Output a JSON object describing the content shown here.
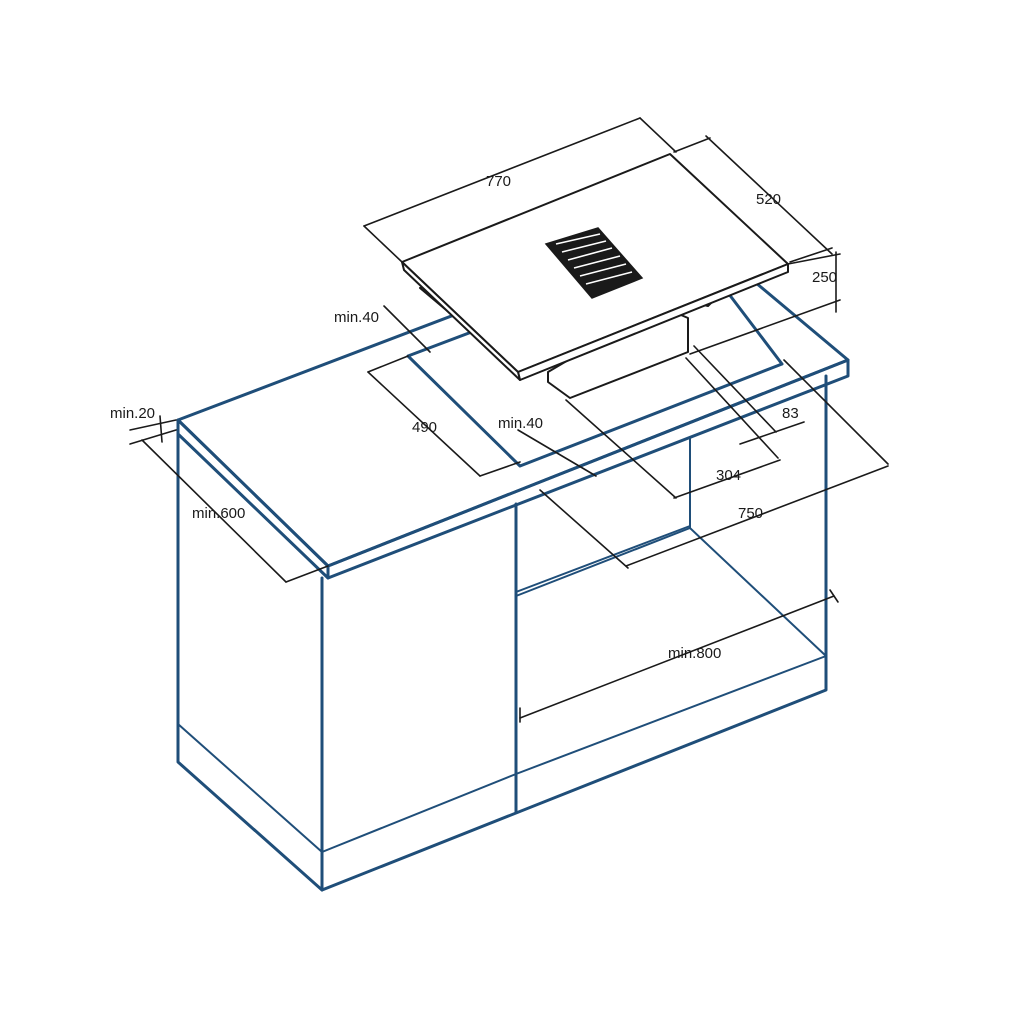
{
  "diagram": {
    "labels": {
      "width_770": "770",
      "depth_520": "520",
      "height_250": "250",
      "min40_top": "min.40",
      "cut_490": "490",
      "min40_mid": "min.40",
      "min20": "min.20",
      "min600": "min.600",
      "dim_83": "83",
      "dim_304": "304",
      "dim_750": "750",
      "min800": "min.800"
    },
    "colors": {
      "cabinet_line": "#1f4e79",
      "hob_line": "#1a1a1a"
    }
  }
}
